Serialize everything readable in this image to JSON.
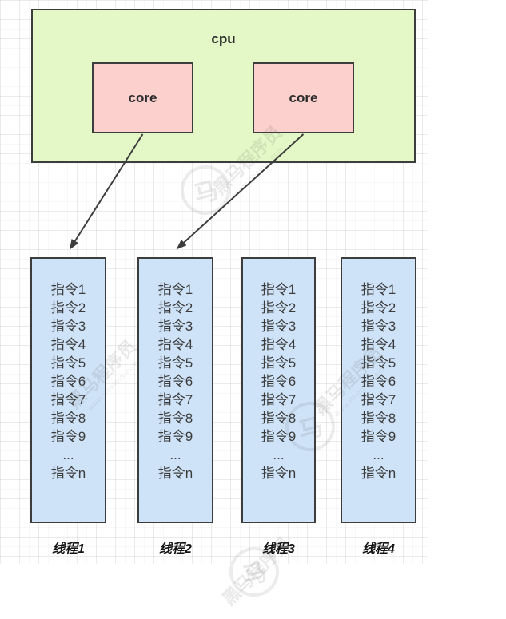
{
  "cpu": {
    "label": "cpu"
  },
  "cores": [
    {
      "label": "core"
    },
    {
      "label": "core"
    }
  ],
  "threads": [
    {
      "label": "线程1",
      "instructions": [
        "指令1",
        "指令2",
        "指令3",
        "指令4",
        "指令5",
        "指令6",
        "指令7",
        "指令8",
        "指令9",
        "...",
        "指令n"
      ]
    },
    {
      "label": "线程2",
      "instructions": [
        "指令1",
        "指令2",
        "指令3",
        "指令4",
        "指令5",
        "指令6",
        "指令7",
        "指令8",
        "指令9",
        "...",
        "指令n"
      ]
    },
    {
      "label": "线程3",
      "instructions": [
        "指令1",
        "指令2",
        "指令3",
        "指令4",
        "指令5",
        "指令6",
        "指令7",
        "指令8",
        "指令9",
        "...",
        "指令n"
      ]
    },
    {
      "label": "线程4",
      "instructions": [
        "指令1",
        "指令2",
        "指令3",
        "指令4",
        "指令5",
        "指令6",
        "指令7",
        "指令8",
        "指令9",
        "...",
        "指令n"
      ]
    }
  ],
  "watermark": {
    "brand": "黑马程序员",
    "url": "www.itheima.com",
    "logo_glyph": "马"
  },
  "colors": {
    "cpu_fill": "#e3f8c6",
    "core_fill": "#fbd0cd",
    "thread_fill": "#cfe3f8",
    "stroke": "#3d3d3d",
    "text": "#3c3c3c"
  }
}
